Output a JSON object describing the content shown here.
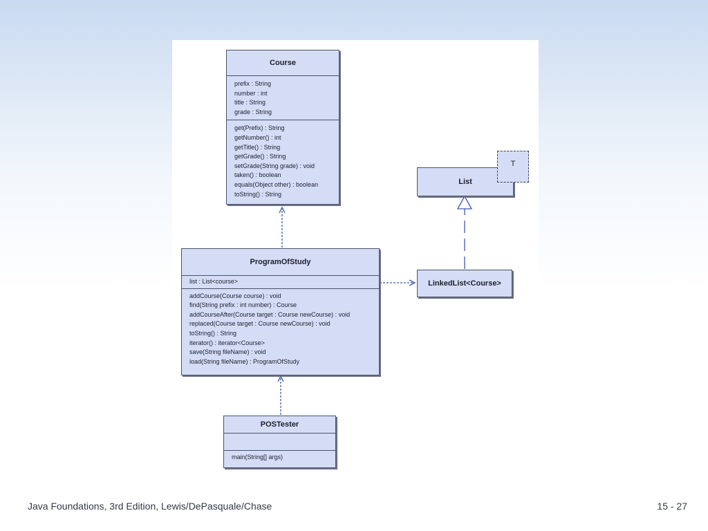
{
  "course": {
    "name": "Course",
    "attributes": [
      "prefix : String",
      "number : int",
      "title : String",
      "grade : String"
    ],
    "methods": [
      "get(Prefix) : String",
      "getNumber() : int",
      "getTitle() : String",
      "getGrade() : String",
      "setGrade(String grade) : void",
      "taken() : boolean",
      "equals(Object other) : boolean",
      "toString() : String"
    ]
  },
  "program_of_study": {
    "name": "ProgramOfStudy",
    "attributes": [
      "list : List<course>"
    ],
    "methods": [
      "addCourse(Course course) : void",
      "find(String prefix : int number) : Course",
      "addCourseAfter(Course target : Course newCourse) : void",
      "replaced(Course target : Course newCourse) : void",
      "toString() : String",
      "iterator() : iterator<Course>",
      "save(String fileName) : void",
      "load(String fileName) : ProgramOfStudy"
    ]
  },
  "pos_tester": {
    "name": "POSTester",
    "methods": [
      "main(String[] args)"
    ]
  },
  "list": {
    "name": "List",
    "type_param": "T"
  },
  "linked_list": {
    "name": "LinkedList<Course>"
  },
  "footer": {
    "source": "Java Foundations, 3rd Edition, Lewis/DePasquale/Chase",
    "page": "15 - 27"
  }
}
